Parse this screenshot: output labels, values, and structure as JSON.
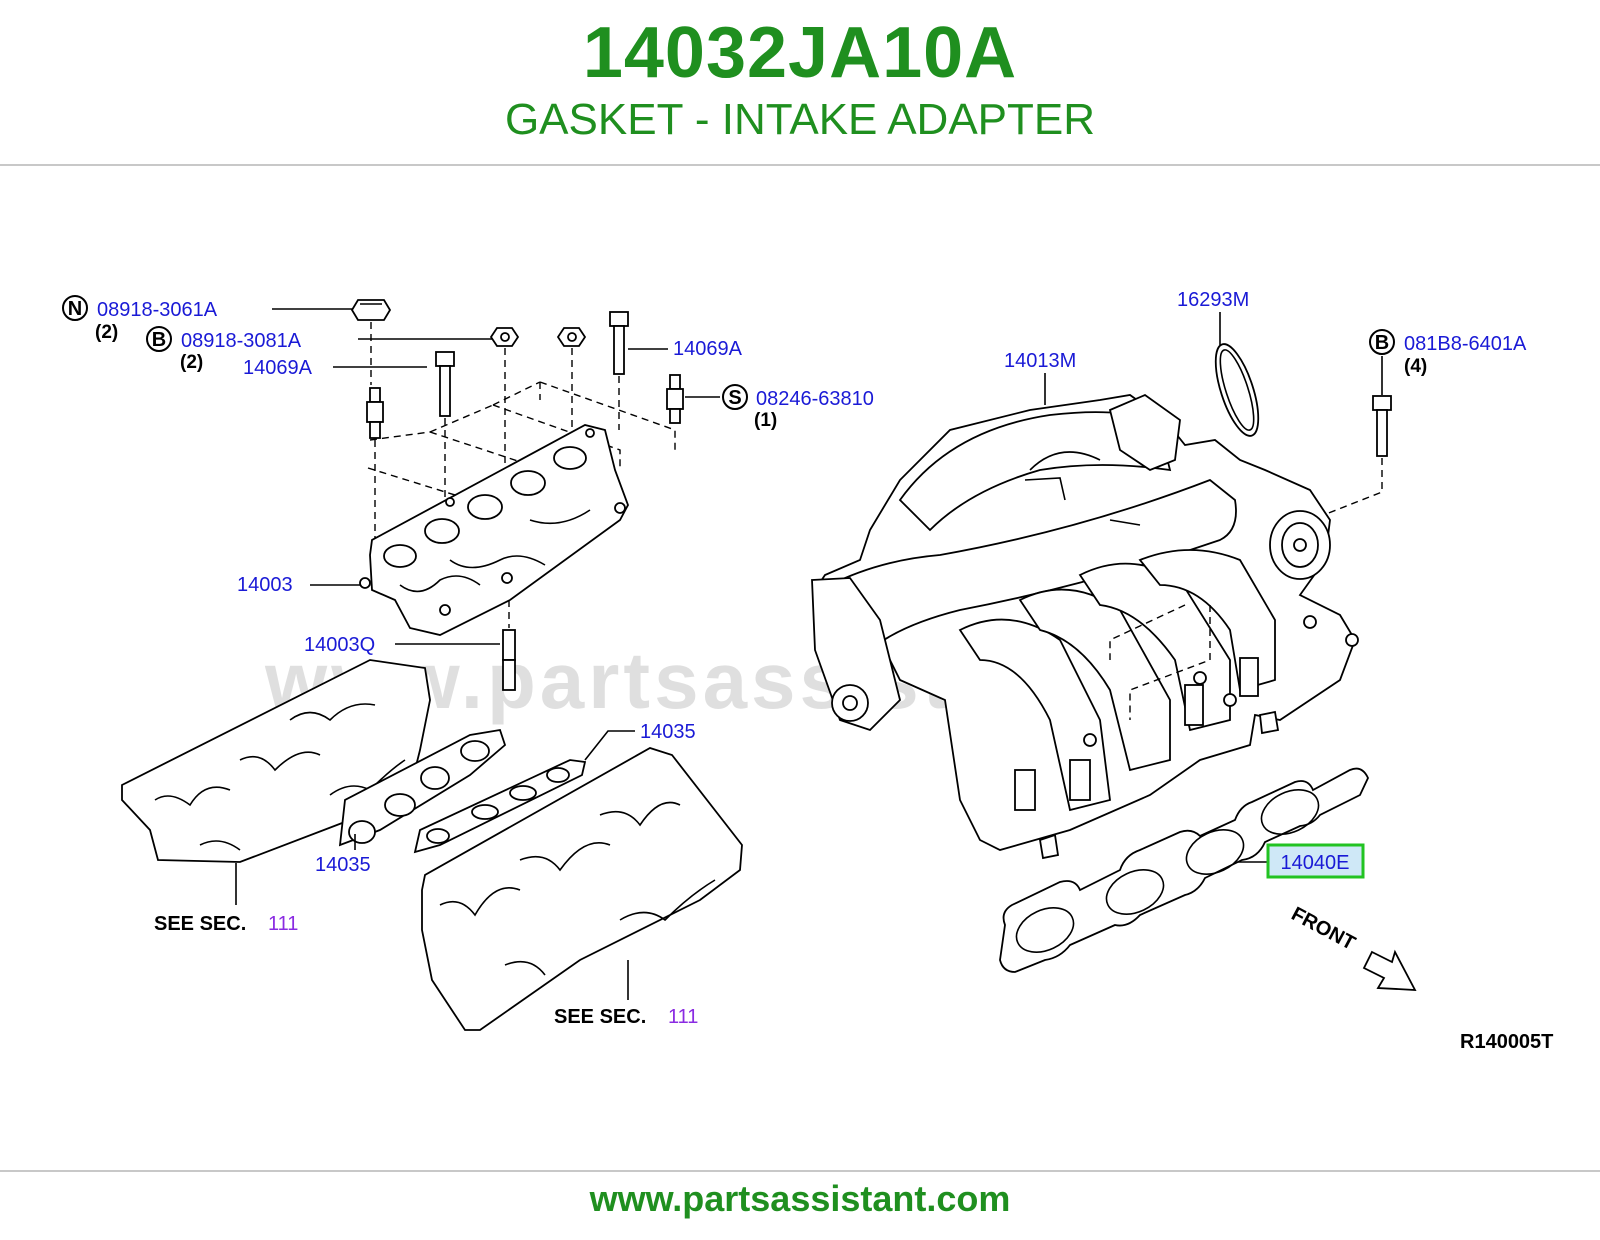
{
  "header": {
    "part_number": "14032JA10A",
    "description": "GASKET - INTAKE ADAPTER"
  },
  "watermark": "www.partsassistant.com",
  "footer": {
    "url": "www.partsassistant.com"
  },
  "colors": {
    "title_green": "#1f8f1f",
    "label_blue": "#1a1ad6",
    "section_purple": "#8a2be2",
    "highlight_green": "#22c322",
    "highlight_fill": "#cfe8f7"
  },
  "callouts": {
    "n_badge": "N",
    "n_part": "08918-3061A",
    "n_qty": "(2)",
    "b1_badge": "B",
    "b1_part": "08918-3081A",
    "b1_qty": "(2)",
    "bolt_left": "14069A",
    "bolt_right": "14069A",
    "s_badge": "S",
    "s_part": "08246-63810",
    "s_qty": "(1)",
    "adapter": "14003",
    "stud": "14003Q",
    "gasket_upper": "14035",
    "gasket_lower": "14035",
    "see_sec_prefix_1": "SEE SEC.",
    "see_sec_num_1": "111",
    "see_sec_prefix_2": "SEE SEC.",
    "see_sec_num_2": "111",
    "ring": "16293M",
    "manifold": "14013M",
    "b2_badge": "B",
    "b2_part": "081B8-6401A",
    "b2_qty": "(4)",
    "highlighted": "14040E",
    "front": "FRONT",
    "ref_code": "R140005T"
  }
}
